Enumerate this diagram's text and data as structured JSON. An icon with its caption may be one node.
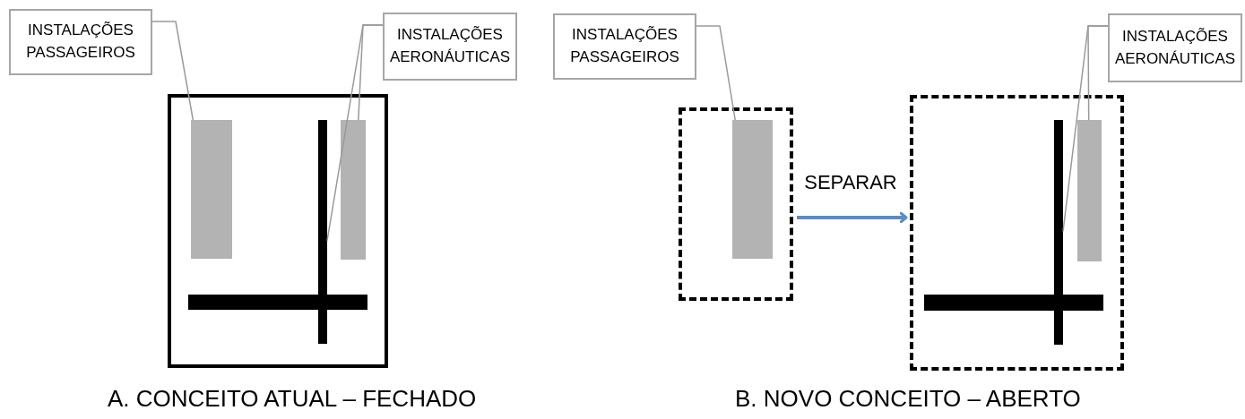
{
  "diagram": {
    "nodes": [
      {
        "text": [
          "INSTALAÇÕES PASSAGEIROS"
        ]
      },
      {
        "text": [
          "INSTALAÇÕES AERONÁUTICAS"
        ]
      },
      {
        "text": [],
        "shape": "box"
      },
      {
        "text": [],
        "shape": "box",
        "in": 2
      },
      {
        "text": [],
        "shape": "bar",
        "in": 2
      },
      {
        "text": [],
        "shape": "box",
        "in": 2
      },
      {
        "text": [],
        "shape": "bar",
        "in": 2
      },
      {
        "text": [
          "INSTALAÇÕES PASSAGEIROS"
        ]
      },
      {
        "text": [],
        "shape": "box"
      },
      {
        "text": [],
        "shape": "box",
        "in": 8
      },
      {
        "text": [
          "INSTALAÇÕES AERONÁUTICAS"
        ]
      },
      {
        "text": [],
        "shape": "box"
      },
      {
        "text": [],
        "shape": "bar",
        "in": 11
      },
      {
        "text": [],
        "shape": "box",
        "in": 11
      },
      {
        "text": [],
        "shape": "bar",
        "in": 11
      }
    ],
    "edges": [
      {
        "from": 0,
        "to": 3,
        "arrow": "none"
      },
      {
        "from": 1,
        "to": 4,
        "arrow": "none"
      },
      {
        "from": 1,
        "to": 5,
        "arrow": "none"
      },
      {
        "from": 7,
        "to": 9,
        "arrow": "none"
      },
      {
        "from": 10,
        "to": 12,
        "arrow": "none"
      },
      {
        "from": 10,
        "to": 13,
        "arrow": "none"
      },
      {
        "from": 8,
        "to": 11,
        "arrow": "to",
        "label": "SEPARAR",
        "style": "thick",
        "color": "#5b8cc4"
      }
    ],
    "labels": [
      "A. CONCEITO ATUAL – FECHADO",
      "B. NOVO CONCEITO – ABERTO"
    ]
  }
}
